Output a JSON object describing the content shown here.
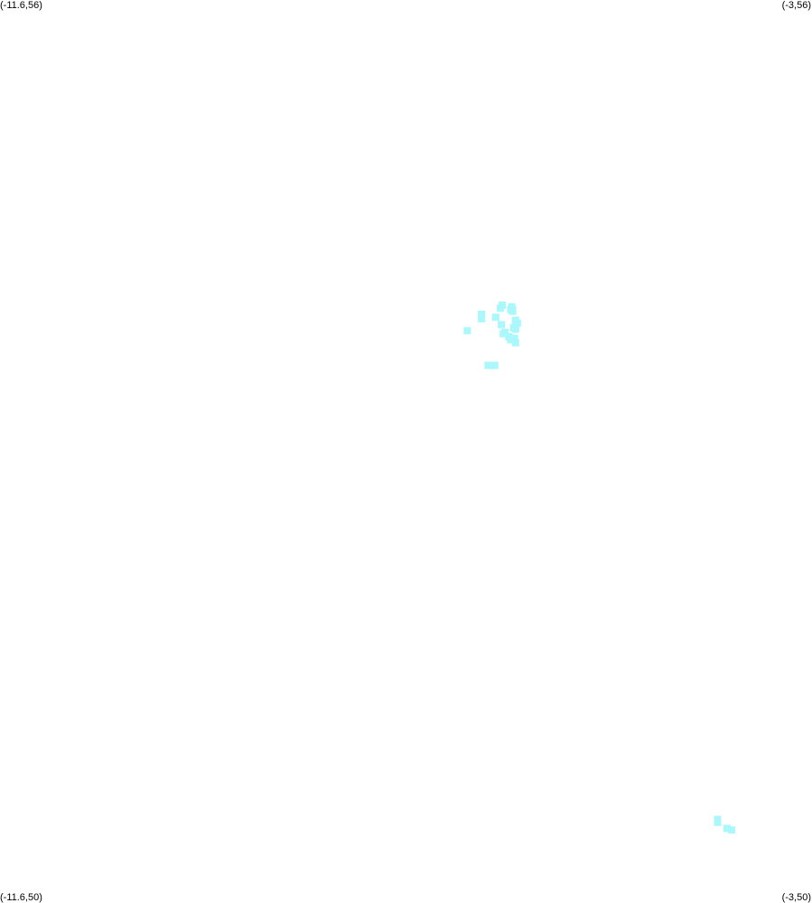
{
  "map": {
    "corner_labels": {
      "top_left": "(-11.6,56)",
      "top_right": "(-3,56)",
      "bottom_left": "(-11.6,50)",
      "bottom_right": "(-3,50)"
    },
    "bounds": {
      "lon_min": -11.6,
      "lon_max": -3,
      "lat_min": 50,
      "lat_max": 56
    },
    "marker_color": "#aaf8fc",
    "markers": [
      [
        -6.17,
        53.74
      ],
      [
        -6.21,
        53.76
      ],
      [
        -6.14,
        53.72
      ],
      [
        -6.19,
        53.74
      ],
      [
        -6.15,
        53.75
      ],
      [
        -6.27,
        53.78
      ],
      [
        -6.25,
        53.79
      ],
      [
        -6.14,
        53.85
      ],
      [
        -6.14,
        53.87
      ],
      [
        -6.12,
        53.85
      ],
      [
        -6.14,
        53.81
      ],
      [
        -6.16,
        53.82
      ],
      [
        -6.14,
        53.83
      ],
      [
        -6.17,
        53.93
      ],
      [
        -6.19,
        53.94
      ],
      [
        -6.3,
        53.95
      ],
      [
        -6.28,
        53.97
      ],
      [
        -6.18,
        53.96
      ],
      [
        -6.17,
        53.94
      ],
      [
        -6.5,
        53.91
      ],
      [
        -6.5,
        53.88
      ],
      [
        -6.29,
        53.84
      ],
      [
        -6.35,
        53.89
      ],
      [
        -6.65,
        53.8
      ],
      [
        -6.43,
        53.57
      ],
      [
        -6.36,
        53.57
      ],
      [
        -6.38,
        53.57
      ],
      [
        -4.0,
        50.55
      ],
      [
        -4.0,
        50.53
      ],
      [
        -3.9,
        50.49
      ],
      [
        -3.85,
        50.48
      ]
    ]
  }
}
